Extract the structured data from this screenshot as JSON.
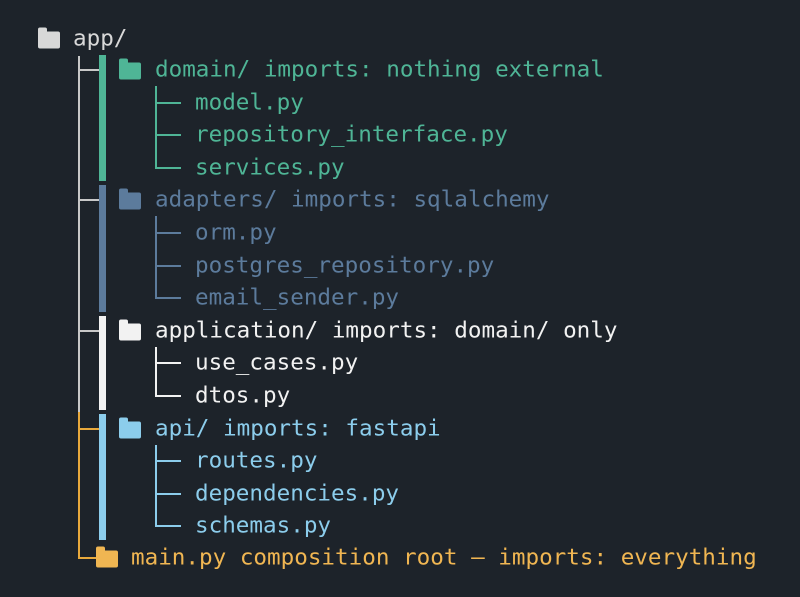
{
  "root": {
    "label": "app/",
    "color": "#d8d8d8"
  },
  "groups": [
    {
      "folder": "domain/ imports: nothing external",
      "color": "#4fb596",
      "files": [
        "model.py",
        "repository_interface.py",
        "services.py"
      ]
    },
    {
      "folder": "adapters/ imports: sqlalchemy",
      "color": "#5c7b9c",
      "files": [
        "orm.py",
        "postgres_repository.py",
        "email_sender.py"
      ]
    },
    {
      "folder": "application/ imports: domain/ only",
      "color": "#f2f2f2",
      "files": [
        "use_cases.py",
        "dtos.py"
      ]
    },
    {
      "folder": "api/ imports: fastapi",
      "color": "#8ccdec",
      "files": [
        "routes.py",
        "dependencies.py",
        "schemas.py"
      ]
    }
  ],
  "main": {
    "label": "main.py composition root — imports: everything",
    "color": "#f0b652"
  }
}
